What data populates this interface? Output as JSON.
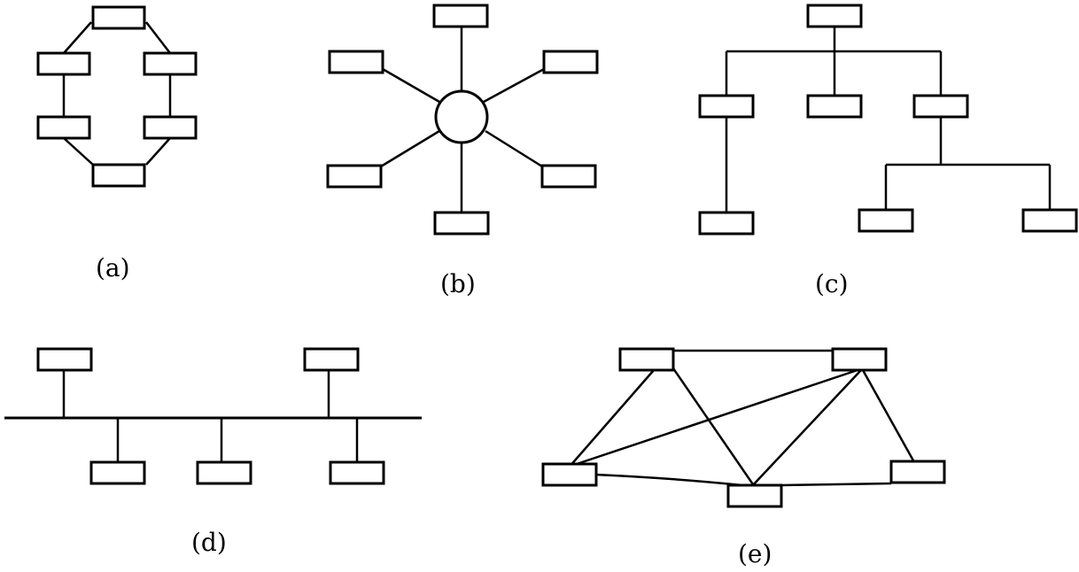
{
  "diagrams": {
    "a": {
      "caption": "(a)",
      "topology": "ring"
    },
    "b": {
      "caption": "(b)",
      "topology": "star"
    },
    "c": {
      "caption": "(c)",
      "topology": "tree"
    },
    "d": {
      "caption": "(d)",
      "topology": "bus"
    },
    "e": {
      "caption": "(e)",
      "topology": "mesh"
    }
  }
}
